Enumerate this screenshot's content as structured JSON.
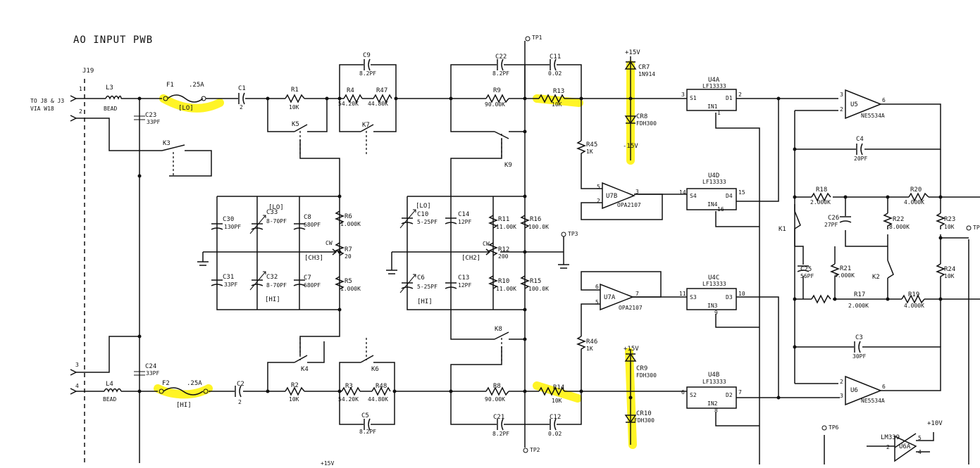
{
  "title": "AO INPUT PWB",
  "connector": {
    "ref": "J19",
    "note_1": "TO J8 & J3",
    "note_2": "VIA W18"
  },
  "pins": [
    "1",
    "2",
    "3",
    "4"
  ],
  "testpoints": [
    "TP1",
    "TP3",
    "TP2",
    "TP6",
    "TP"
  ],
  "supplies": [
    "+15V",
    "-15V",
    "+15V",
    "+10V",
    "+15V"
  ],
  "markers": [
    "[LO]",
    "[HI]",
    "[LO]",
    "[HI]",
    "[CH3]",
    "[LO]",
    "[HI]",
    "[CH2]",
    "CW",
    "CW"
  ],
  "inductors": [
    {
      "ref": "L3",
      "value": "BEAD"
    },
    {
      "ref": "L4",
      "value": "BEAD"
    }
  ],
  "fuses": [
    {
      "ref": "F1",
      "value": ".25A"
    },
    {
      "ref": "F2",
      "value": ".25A"
    }
  ],
  "relays": [
    "K3",
    "K5",
    "K7",
    "K4",
    "K6",
    "K8",
    "K9",
    "K1",
    "K2"
  ],
  "resistors": [
    {
      "ref": "R1",
      "value": "10K"
    },
    {
      "ref": "R4",
      "value": "54.20K"
    },
    {
      "ref": "R47",
      "value": "44.80K"
    },
    {
      "ref": "R9",
      "value": "90.00K"
    },
    {
      "ref": "R13",
      "value": "10K"
    },
    {
      "ref": "R45",
      "value": "1K"
    },
    {
      "ref": "R6",
      "value": "1.000K"
    },
    {
      "ref": "R7",
      "value": "20"
    },
    {
      "ref": "R5",
      "value": "1.000K"
    },
    {
      "ref": "R11",
      "value": "11.00K"
    },
    {
      "ref": "R16",
      "value": "100.0K"
    },
    {
      "ref": "R12",
      "value": "200"
    },
    {
      "ref": "R10",
      "value": "11.00K"
    },
    {
      "ref": "R15",
      "value": "100.0K"
    },
    {
      "ref": "R2",
      "value": "10K"
    },
    {
      "ref": "R3",
      "value": "54.20K"
    },
    {
      "ref": "R48",
      "value": "44.80K"
    },
    {
      "ref": "R8",
      "value": "90.00K"
    },
    {
      "ref": "R14",
      "value": "10K"
    },
    {
      "ref": "R46",
      "value": "1K"
    },
    {
      "ref": "R18",
      "value": "2.000K"
    },
    {
      "ref": "R20",
      "value": "4.000K"
    },
    {
      "ref": "R22",
      "value": "8.000K"
    },
    {
      "ref": "R23",
      "value": "10K"
    },
    {
      "ref": "R21",
      "value": "4.000K"
    },
    {
      "ref": "R24",
      "value": "10K"
    },
    {
      "ref": "R17",
      "value": "2.000K"
    },
    {
      "ref": "R19",
      "value": "4.000K"
    }
  ],
  "capacitors": [
    {
      "ref": "C23",
      "value": "33PF"
    },
    {
      "ref": "C1",
      "value": "2"
    },
    {
      "ref": "C9",
      "value": "8.2PF"
    },
    {
      "ref": "C22",
      "value": "8.2PF"
    },
    {
      "ref": "C11",
      "value": "0.02"
    },
    {
      "ref": "C30",
      "value": "130PF"
    },
    {
      "ref": "C33",
      "value": "8-70PF"
    },
    {
      "ref": "C8",
      "value": "680PF"
    },
    {
      "ref": "C31",
      "value": "33PF"
    },
    {
      "ref": "C32",
      "value": "8-70PF"
    },
    {
      "ref": "C7",
      "value": "680PF"
    },
    {
      "ref": "C10",
      "value": "5-25PF"
    },
    {
      "ref": "C14",
      "value": "12PF"
    },
    {
      "ref": "C6",
      "value": "5-25PF"
    },
    {
      "ref": "C13",
      "value": "12PF"
    },
    {
      "ref": "C24",
      "value": "33PF"
    },
    {
      "ref": "C2",
      "value": "2"
    },
    {
      "ref": "C5",
      "value": "8.2PF"
    },
    {
      "ref": "C21",
      "value": "8.2PF"
    },
    {
      "ref": "C12",
      "value": "0.02"
    },
    {
      "ref": "C4",
      "value": "20PF"
    },
    {
      "ref": "C26",
      "value": "27PF"
    },
    {
      "ref": "C25",
      "value": "56PF"
    },
    {
      "ref": "C3",
      "value": "30PF"
    }
  ],
  "diodes": [
    {
      "ref": "CR7",
      "value": "1N914"
    },
    {
      "ref": "CR8",
      "value": "FDH300"
    },
    {
      "ref": "CR9",
      "value": "FDH300"
    },
    {
      "ref": "CR10",
      "value": "FDH300"
    }
  ],
  "opamps": [
    {
      "ref": "U7B",
      "type": "OPA2107",
      "pins": [
        "5",
        "2",
        "3"
      ]
    },
    {
      "ref": "U7A",
      "type": "OPA2107",
      "pins": [
        "6",
        "5",
        "7"
      ]
    },
    {
      "ref": "U5",
      "type": "NE5534A",
      "pins": [
        "3",
        "2",
        "6"
      ]
    },
    {
      "ref": "U6",
      "type": "NE5534A",
      "pins": [
        "2",
        "3",
        "6"
      ]
    },
    {
      "ref": "U6A",
      "type": "LM339",
      "pins": [
        "2",
        "5",
        "4"
      ]
    }
  ],
  "switches": [
    {
      "ref": "U4A",
      "type": "LF13333",
      "s": "S1",
      "d": "D1",
      "in": "IN1",
      "pins": [
        "3",
        "2",
        "1"
      ]
    },
    {
      "ref": "U4D",
      "type": "LF13333",
      "s": "S4",
      "d": "D4",
      "in": "IN4",
      "pins": [
        "14",
        "15",
        "16"
      ]
    },
    {
      "ref": "U4C",
      "type": "LF13333",
      "s": "S3",
      "d": "D3",
      "in": "IN3",
      "pins": [
        "11",
        "10",
        "9"
      ]
    },
    {
      "ref": "U4B",
      "type": "LF13333",
      "s": "S2",
      "d": "D2",
      "in": "IN2",
      "pins": [
        "6",
        "7",
        "8"
      ]
    }
  ]
}
